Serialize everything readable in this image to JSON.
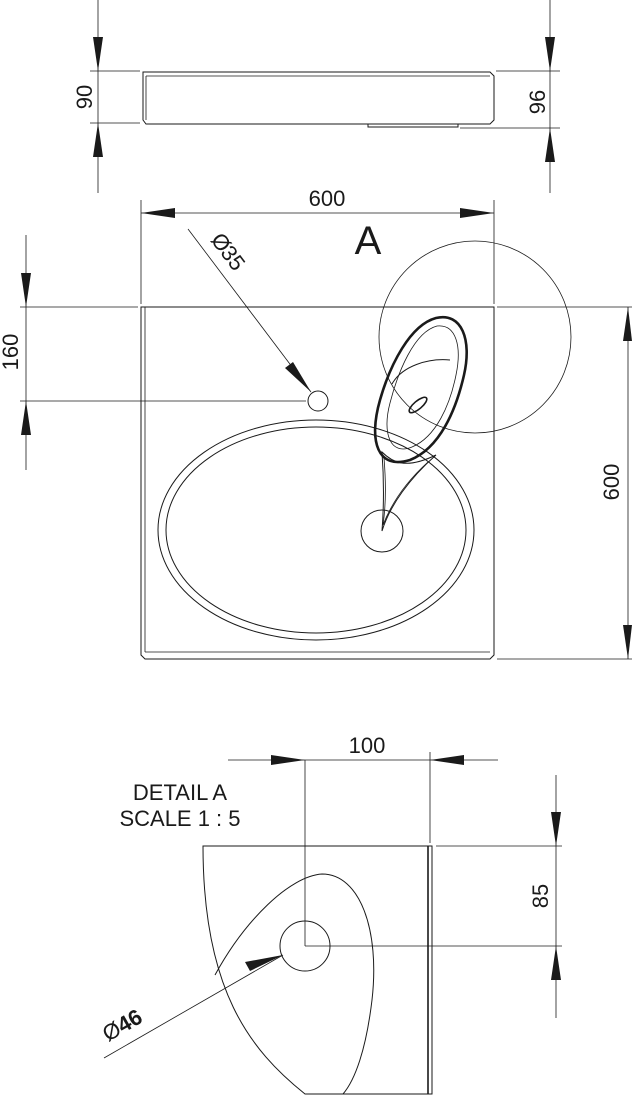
{
  "side_view": {
    "height_left": "90",
    "height_right": "96"
  },
  "top_view": {
    "width": "600",
    "depth": "600",
    "offset": "160",
    "hole_diameter": "35",
    "detail_marker": "A"
  },
  "detail": {
    "title": "DETAIL A",
    "scale": "SCALE 1 : 5",
    "width": "100",
    "height": "85",
    "diameter": "46",
    "diameter_symbol": "Ø"
  }
}
